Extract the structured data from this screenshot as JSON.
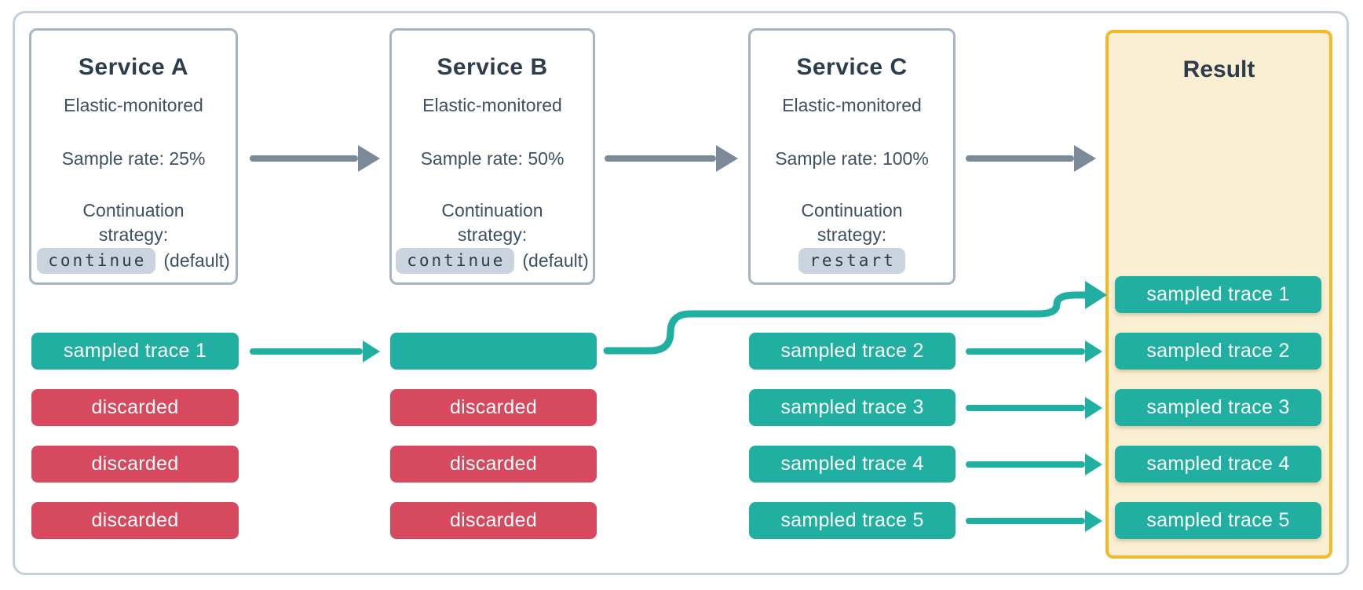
{
  "colors": {
    "teal": "#20AFA0",
    "red": "#D6495F",
    "title_text": "#2E3D4C",
    "body_text": "#3E5062",
    "arrow_gray": "#7A8A99",
    "service_box_border": "#A6B4C3",
    "outer_border": "#C6D0DC",
    "code_chip_bg": "#C9D4DF",
    "result_bg": "#FAEED3",
    "result_border": "#F2BA26",
    "pill_text": "#FFFFFF"
  },
  "services": [
    {
      "title": "Service A",
      "monitoring": "Elastic-monitored",
      "sample_rate": "Sample rate: 25%",
      "continuation_label": "Continuation strategy:",
      "strategy_code": "continue",
      "strategy_suffix": "(default)"
    },
    {
      "title": "Service B",
      "monitoring": "Elastic-monitored",
      "sample_rate": "Sample rate: 50%",
      "continuation_label": "Continuation strategy:",
      "strategy_code": "continue",
      "strategy_suffix": "(default)"
    },
    {
      "title": "Service C",
      "monitoring": "Elastic-monitored",
      "sample_rate": "Sample rate: 100%",
      "continuation_label": "Continuation strategy:",
      "strategy_code": "restart",
      "strategy_suffix": ""
    }
  ],
  "result_panel": {
    "title": "Result"
  },
  "lanes": {
    "service_a": [
      "sampled trace 1",
      "discarded",
      "discarded",
      "discarded"
    ],
    "service_b": [
      "",
      "discarded",
      "discarded",
      "discarded"
    ],
    "service_c": [
      "sampled trace 2",
      "sampled trace 3",
      "sampled trace 4",
      "sampled trace 5"
    ],
    "result": [
      "sampled trace 1",
      "sampled trace 2",
      "sampled trace 3",
      "sampled trace 4",
      "sampled trace 5"
    ]
  }
}
